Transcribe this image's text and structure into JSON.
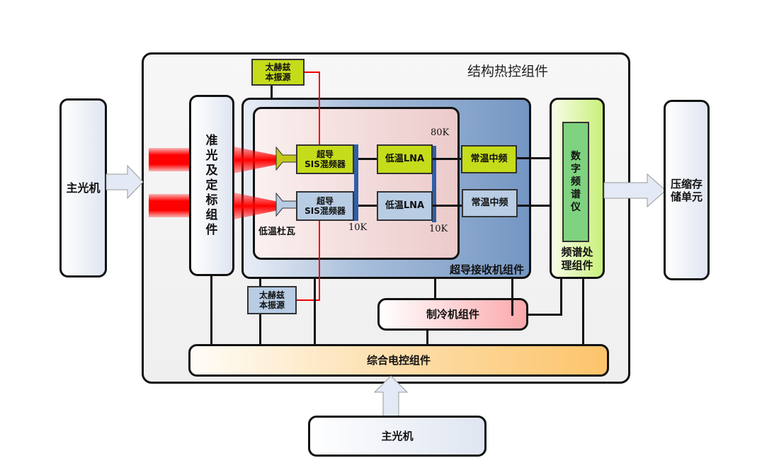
{
  "diagram": {
    "host_left": {
      "label": "主光机"
    },
    "host_bottom": {
      "label": "主光机"
    },
    "structure_thermal": {
      "label": "结构热控组件"
    },
    "quasi_optics": {
      "label": [
        "准",
        "光",
        "及",
        "定",
        "标",
        "组",
        "件"
      ]
    },
    "thz_lo_top": {
      "label_line1": "太赫兹",
      "label_line2": "本振源"
    },
    "thz_lo_bottom": {
      "label_line1": "太赫兹",
      "label_line2": "本振源"
    },
    "receiver_assembly": {
      "label": "超导接收机组件"
    },
    "cryostat": {
      "label": "低温杜瓦"
    },
    "sis_mixer_top": {
      "label_line1": "超导",
      "label_line2": "SIS混频器"
    },
    "sis_mixer_bottom": {
      "label_line1": "超导",
      "label_line2": "SIS混频器"
    },
    "lna_top": {
      "label": "低温LNA"
    },
    "lna_bottom": {
      "label": "低温LNA"
    },
    "if_top": {
      "label": "常温中频"
    },
    "if_bottom": {
      "label": "常温中频"
    },
    "temps": {
      "t80k": "80K",
      "t10k_a": "10K",
      "t10k_b": "10K"
    },
    "spectrum_processing": {
      "label_line1": "频谱处",
      "label_line2": "理组件"
    },
    "digital_spectrometer": {
      "label": [
        "数",
        "字",
        "频",
        "谱",
        "仪"
      ]
    },
    "storage": {
      "label_line1": "压缩存",
      "label_line2": "储单元"
    },
    "cryocooler": {
      "label": "制冷机组件"
    },
    "electronic_control": {
      "label": "综合电控组件"
    },
    "colors": {
      "lo_line": "#e00000",
      "green_block": "#c5dc1a",
      "blue_block": "#b8cce4",
      "receiver_blue": "#7a9cc6",
      "cryostat_pink": "#f0d0d0",
      "spectrometer_green": "#7fd27f",
      "spectrum_box": "#d4f49a",
      "control_orange": "#fcc46a",
      "cryocooler_pink": "#fba8ab"
    }
  }
}
